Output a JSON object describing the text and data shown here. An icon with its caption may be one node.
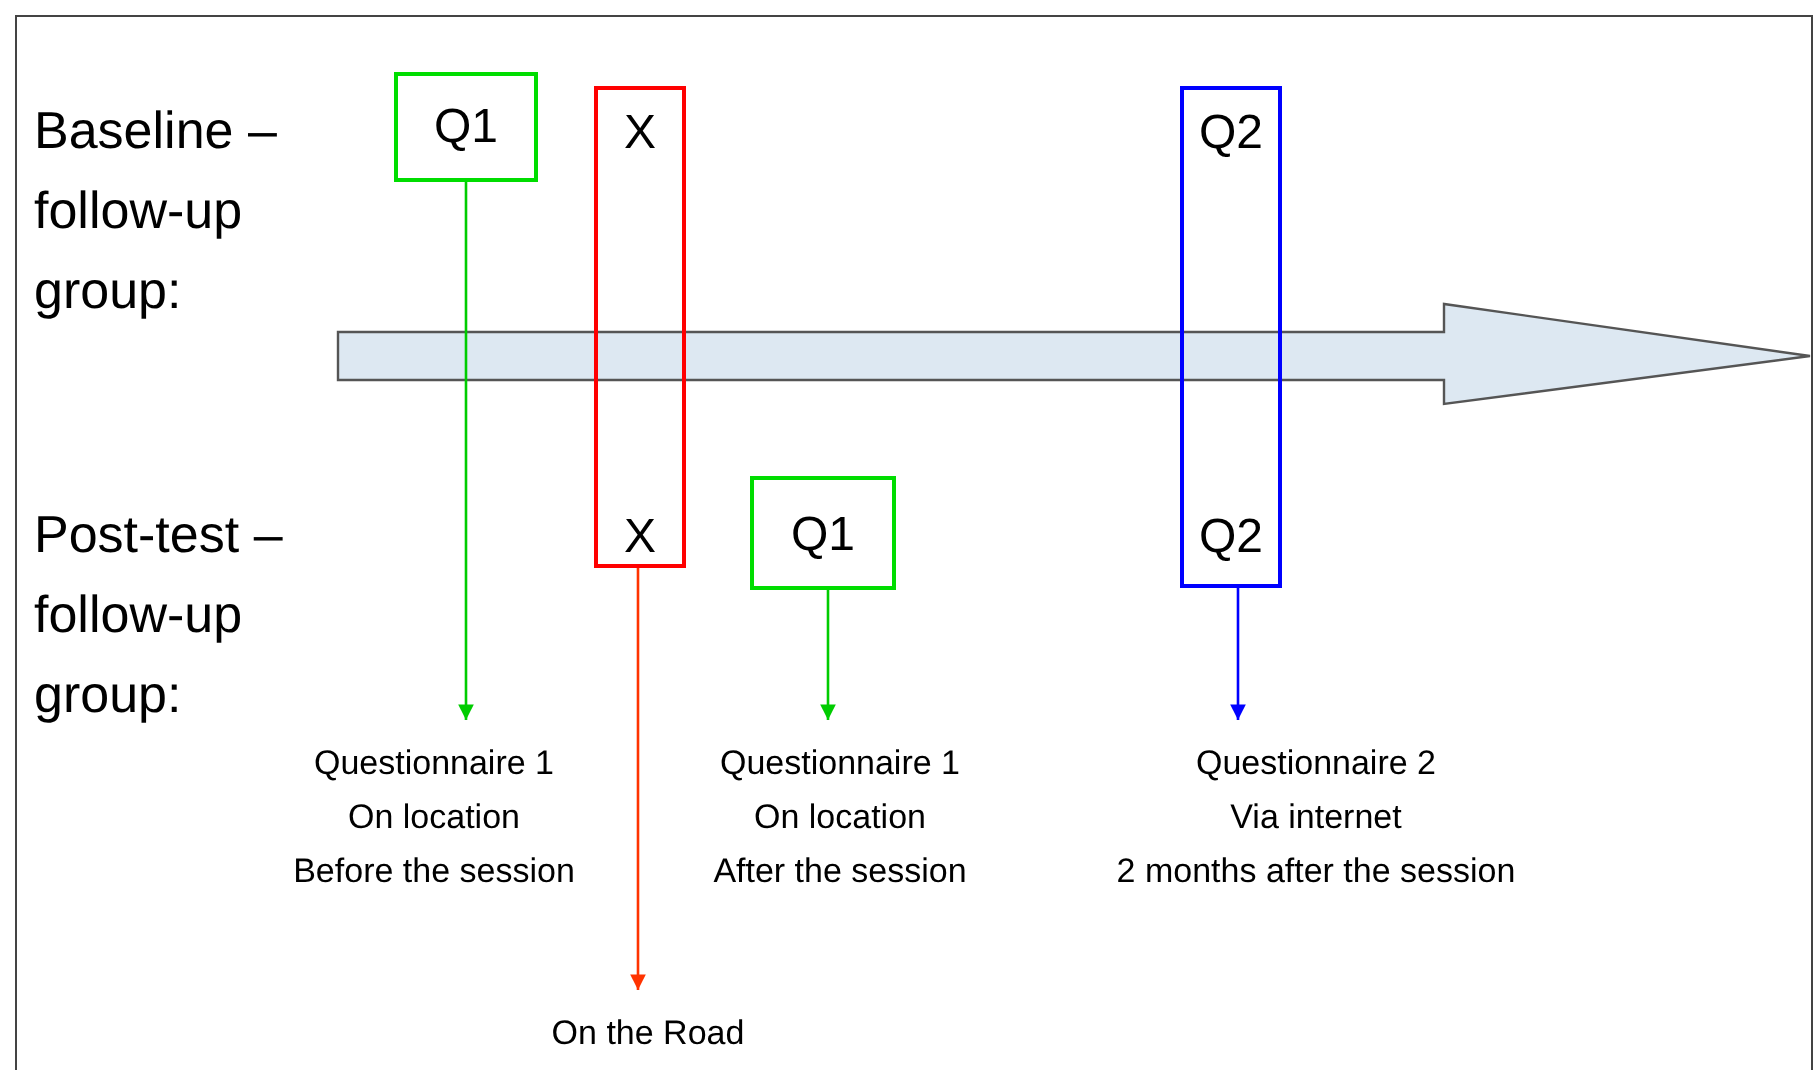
{
  "diagram": {
    "nodes": [
      {
        "text": [
          "Q1"
        ]
      },
      {
        "text": [
          "X",
          "X"
        ]
      },
      {
        "text": [
          "Q2",
          "Q2"
        ]
      },
      {
        "text": [
          "Q1"
        ]
      },
      {
        "text": [
          "Questionnaire 1",
          "On location",
          "Before the session"
        ]
      },
      {
        "text": [
          "Questionnaire 1",
          "On location",
          "After the session"
        ]
      },
      {
        "text": [
          "Questionnaire 2",
          "Via internet",
          "2 months after the session"
        ]
      },
      {
        "text": [
          "On the Road"
        ]
      }
    ],
    "edges": [
      {
        "from": 0,
        "to": 4,
        "arrow": "to",
        "color": "#00cc00"
      },
      {
        "from": 1,
        "to": 7,
        "arrow": "to",
        "color": "#ff3300"
      },
      {
        "from": 3,
        "to": 5,
        "arrow": "to",
        "color": "#00cc00"
      },
      {
        "from": 2,
        "to": 6,
        "arrow": "to",
        "color": "#0000ff"
      }
    ],
    "labels": [
      "Baseline – follow-up group:",
      "Post-test – follow-up group:"
    ]
  }
}
